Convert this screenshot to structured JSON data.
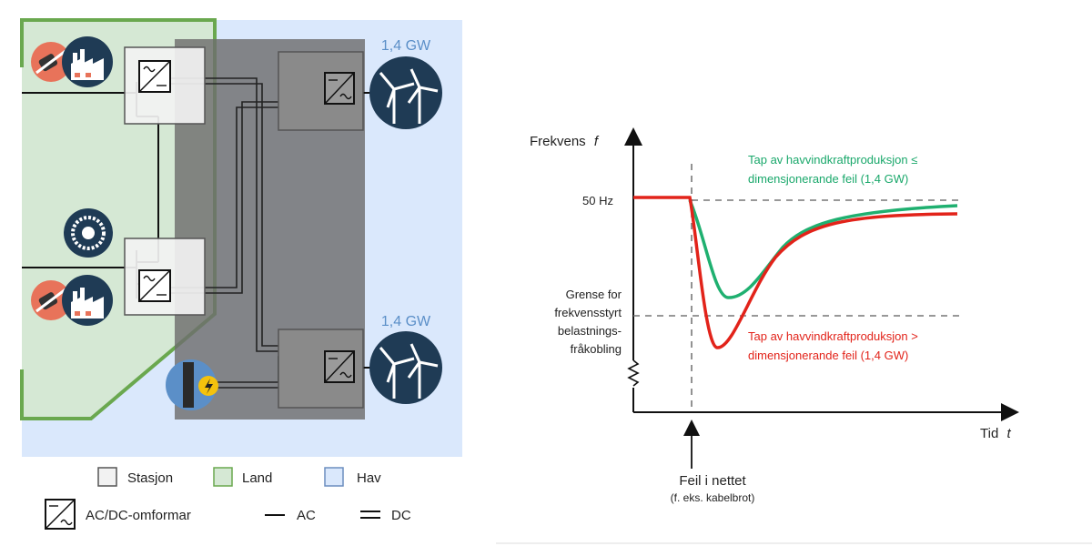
{
  "diagram": {
    "capacity_top": "1,4 GW",
    "capacity_bottom": "1,4 GW",
    "legend": {
      "station": "Stasjon",
      "land": "Land",
      "sea": "Hav",
      "converter": "AC/DC-omformar",
      "ac": "AC",
      "dc": "DC"
    },
    "colors": {
      "land": "#d5e8d4",
      "land_border": "#6aa84f",
      "sea": "#dae8fc",
      "station_dark": "#666666",
      "station_light": "#f2f2f2",
      "icon_bg": "#1f3b55",
      "plug_bg": "#e8735a"
    }
  },
  "chart": {
    "y_axis_label": "Frekvens",
    "y_axis_symbol": "f",
    "x_axis_label": "Tid",
    "x_axis_symbol": "t",
    "level_50": "50 Hz",
    "limit_label_lines": [
      "Grense for",
      "frekvensstyrt",
      "belastnings-",
      "fråkobling"
    ],
    "green_note_lines": [
      "Tap av havvindkraftproduksjon ≤",
      "dimensjonerande feil (1,4 GW)"
    ],
    "red_note_lines": [
      "Tap av havvindkraftproduksjon >",
      "dimensjonerande feil (1,4 GW)"
    ],
    "fault_label": "Feil i nettet",
    "fault_sublabel": "(f. eks. kabelbrot)",
    "colors": {
      "green": "#1fb070",
      "red": "#e2231a",
      "axis": "#111111",
      "dash": "#777777"
    }
  }
}
